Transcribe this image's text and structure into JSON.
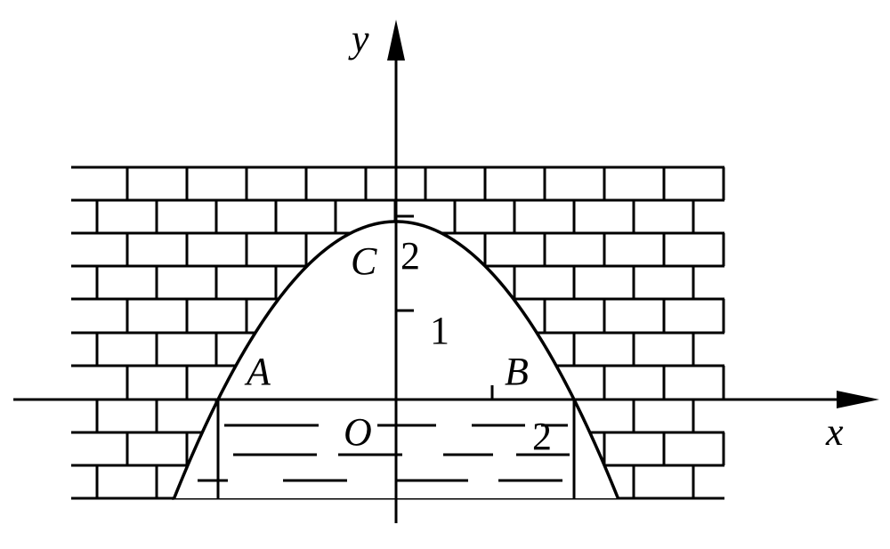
{
  "diagram": {
    "axes": {
      "x_label": "x",
      "y_label": "y",
      "origin_label": "O"
    },
    "ticks": {
      "y": [
        {
          "value": 1,
          "label": "1"
        },
        {
          "value": 2,
          "label": "2"
        }
      ],
      "x": [
        {
          "value": 1,
          "label": ""
        },
        {
          "value": 2,
          "label": "2"
        }
      ]
    },
    "points": {
      "A": {
        "label": "A",
        "x": -2,
        "y": 0
      },
      "B": {
        "label": "B",
        "x": 2,
        "y": 0
      },
      "C": {
        "label": "C",
        "x": 0,
        "y": 2
      }
    },
    "parabola": {
      "vertex": [
        0,
        2
      ],
      "roots": [
        -2,
        2
      ],
      "x_range": [
        -2.5,
        2.5
      ]
    },
    "colors": {
      "line": "#000000",
      "background": "#ffffff"
    }
  }
}
